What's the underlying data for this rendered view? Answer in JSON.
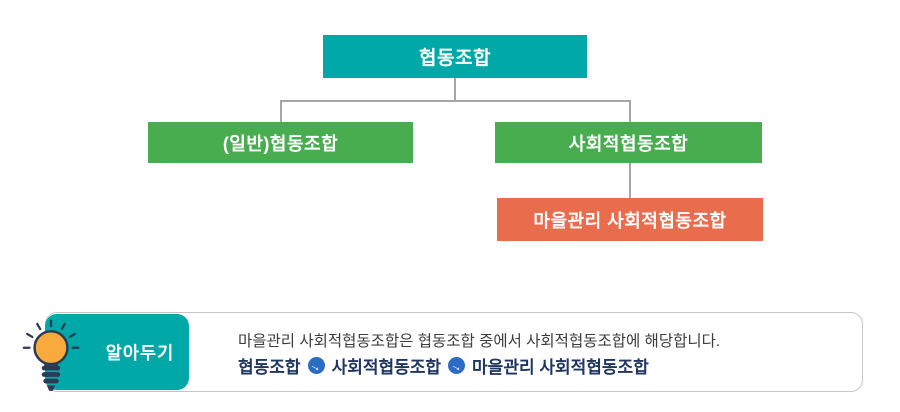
{
  "page": {
    "background": "#ffffff"
  },
  "org_chart": {
    "root": {
      "label": "협동조합",
      "color": "#00A8A8"
    },
    "children": [
      {
        "label": "(일반)협동조합",
        "color": "#47AD4F"
      },
      {
        "label": "사회적협동조합",
        "color": "#47AD4F"
      }
    ],
    "grandchild": {
      "label": "마을관리 사회적협동조합",
      "color": "#E96C4D"
    },
    "connector_color": "#A6A6A6"
  },
  "note": {
    "badge_label": "알아두기",
    "badge_color": "#00A8A8",
    "border_color": "#C6C6C6",
    "line1": "마을관리 사회적협동조합은 협동조합 중에서 사회적협동조합에 해당합니다.",
    "line2_parts": [
      "협동조합",
      "사회적협동조합",
      "마을관리 사회적협동조합"
    ],
    "arrow_glyph": "→",
    "arrow_color": "#2B6CC4",
    "bold_color": "#1F3660",
    "text_color": "#3D3D3D",
    "bulb": {
      "fill": "#F9AA3D",
      "outline": "#2B3B55"
    }
  }
}
